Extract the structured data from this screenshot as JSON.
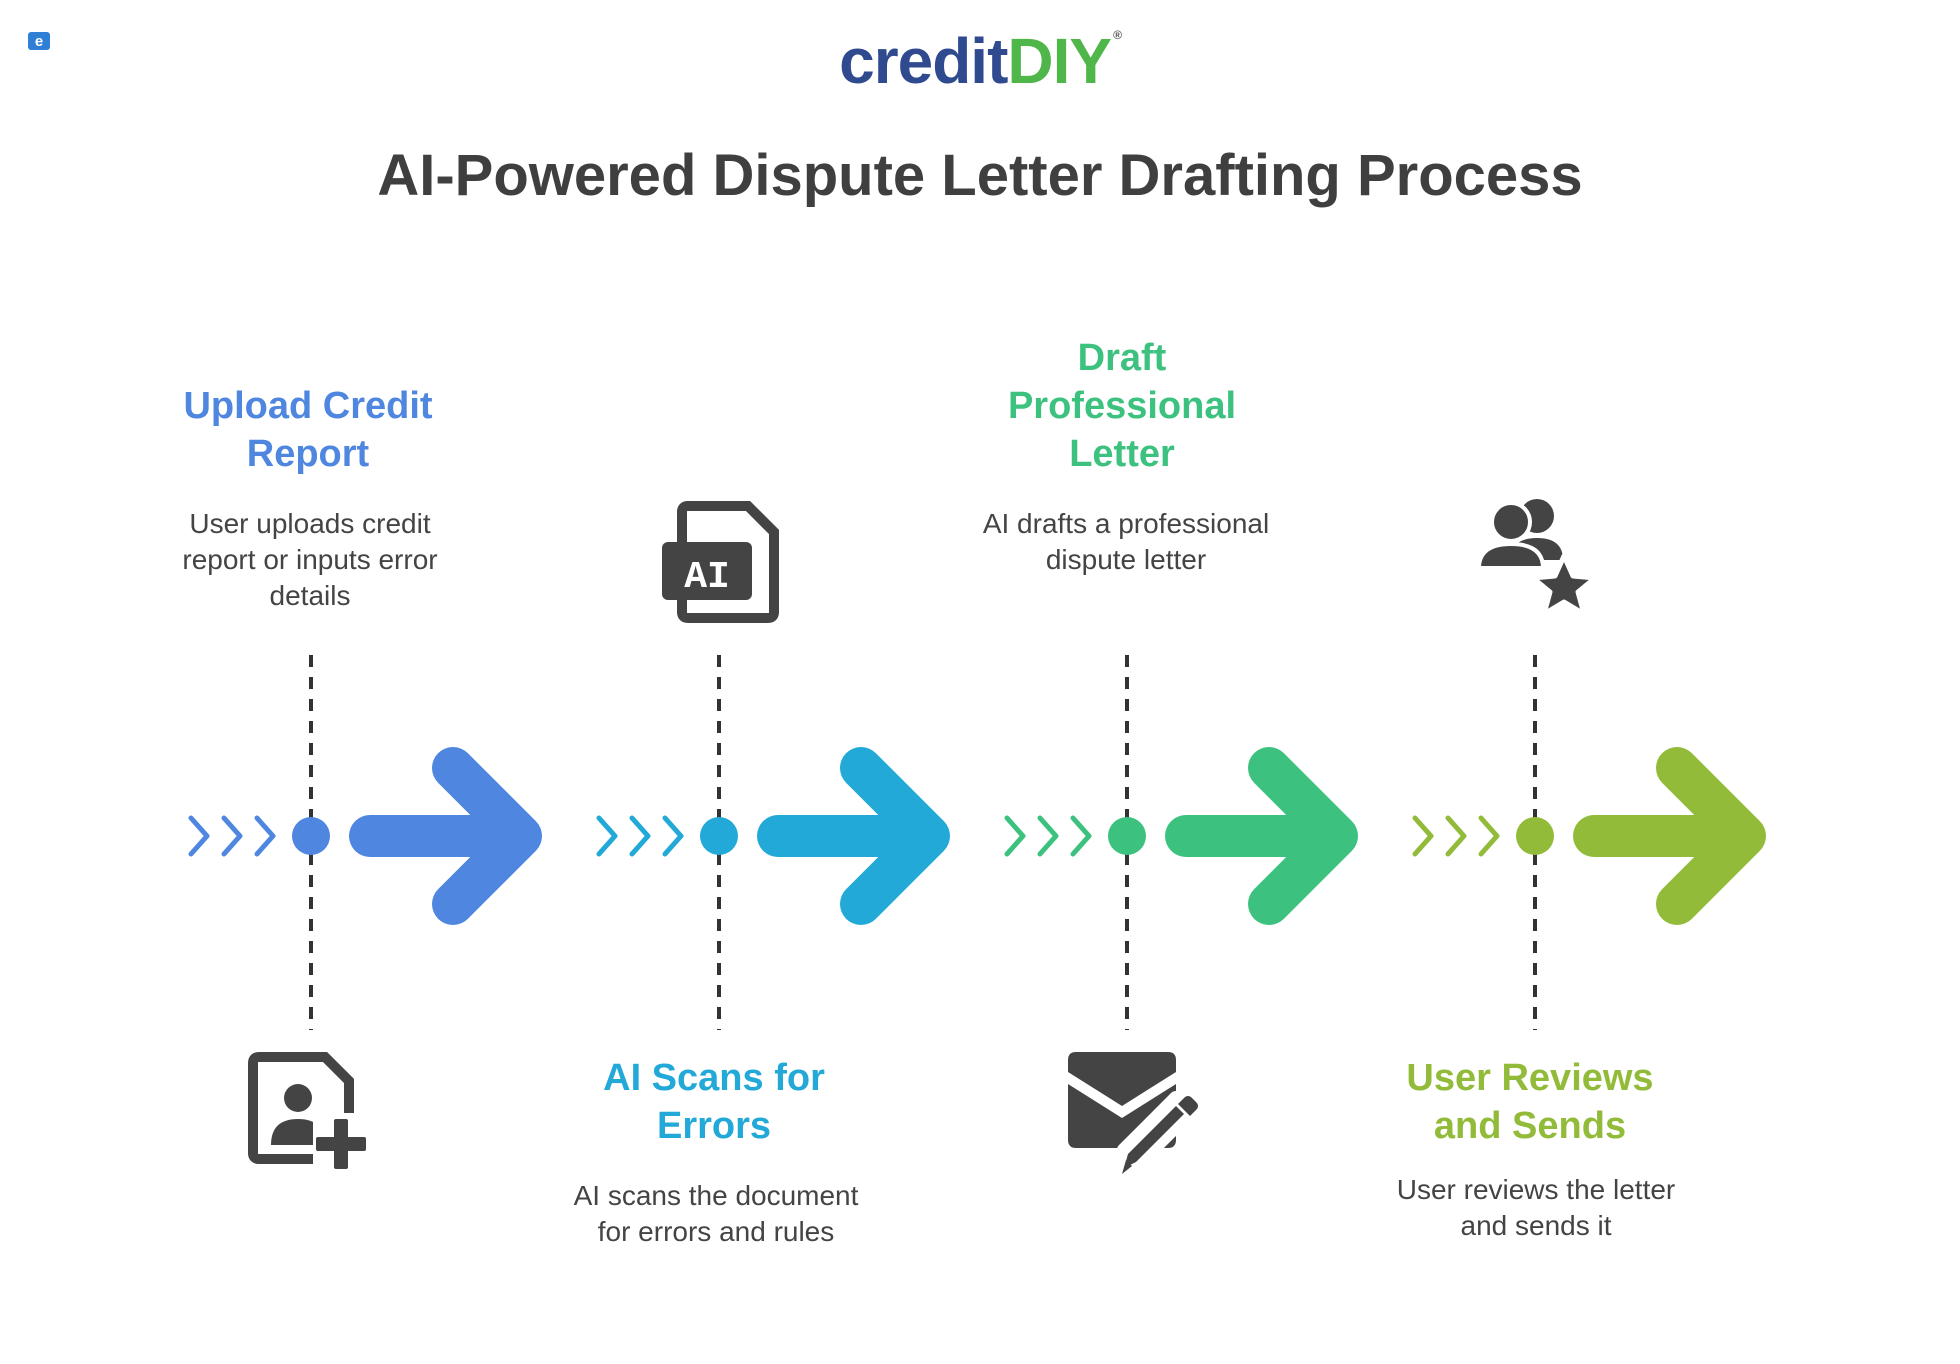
{
  "logo": {
    "word_left": "credit",
    "word_right": "DIY",
    "mark": "®",
    "color_left": "#2f4a8f",
    "color_right": "#4fb649"
  },
  "title": "AI-Powered Dispute Letter Drafting Process",
  "corner_badge_icon": "e-logo-icon",
  "steps": [
    {
      "title": "Upload Credit Report",
      "description": "User uploads credit report or inputs error details",
      "icon": "document-user-plus-icon",
      "color": "#4f86e0"
    },
    {
      "title": "AI Scans for Errors",
      "description": "AI scans the document for errors and rules",
      "icon": "ai-file-icon",
      "color": "#22a9d8"
    },
    {
      "title": "Draft Professional Letter",
      "description": "AI drafts a professional dispute letter",
      "icon": "envelope-pen-icon",
      "color": "#3cc27e"
    },
    {
      "title": "User Reviews and Sends",
      "description": "User reviews the letter and sends it",
      "icon": "users-star-icon",
      "color": "#92bb3a"
    }
  ]
}
